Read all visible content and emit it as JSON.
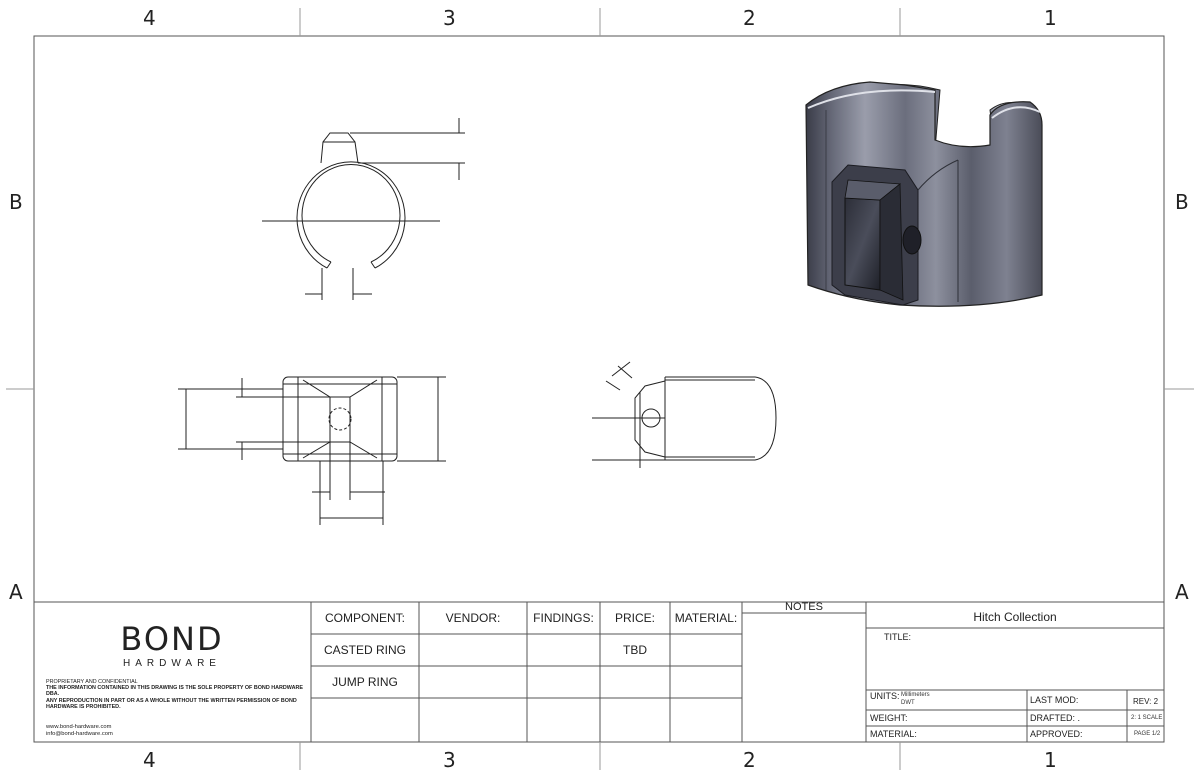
{
  "zones": {
    "cols": [
      "4",
      "3",
      "2",
      "1"
    ],
    "rows": [
      "B",
      "A"
    ]
  },
  "logo": {
    "name": "BOND",
    "sub": "HARDWARE"
  },
  "confidential": {
    "heading": "PROPRIETARY AND CONFIDENTIAL",
    "line1": "THE INFORMATION CONTAINED IN THIS DRAWING IS THE SOLE PROPERTY OF BOND HARDWARE DBA.",
    "line2": "ANY REPRODUCTION IN PART OR AS A WHOLE WITHOUT THE WRITTEN PERMISSION OF BOND HARDWARE IS PROHIBITED."
  },
  "contact": {
    "web": "www.bond-hardware.com",
    "email": "info@bond-hardware.com"
  },
  "table": {
    "headers": {
      "component": "COMPONENT:",
      "vendor": "VENDOR:",
      "findings": "FINDINGS:",
      "price": "PRICE:",
      "material": "MATERIAL:"
    },
    "rows": [
      {
        "component": "CASTED RING",
        "price": "TBD"
      },
      {
        "component": "JUMP RING",
        "price": ""
      }
    ]
  },
  "notes": {
    "label": "NOTES"
  },
  "title_block": {
    "collection": "Hitch Collection",
    "title_label": "TITLE:",
    "units_label": "UNITS:",
    "units_value1": "Millimeters",
    "units_value2": "DWT",
    "weight_label": "WEIGHT:",
    "material_label": "MATERIAL:",
    "last_mod_label": "LAST MOD:",
    "drafted_label": "DRAFTED: .",
    "approved_label": "APPROVED:",
    "rev": "REV: 2",
    "scale": "2: 1 SCALE",
    "page": "PAGE 1/2"
  }
}
